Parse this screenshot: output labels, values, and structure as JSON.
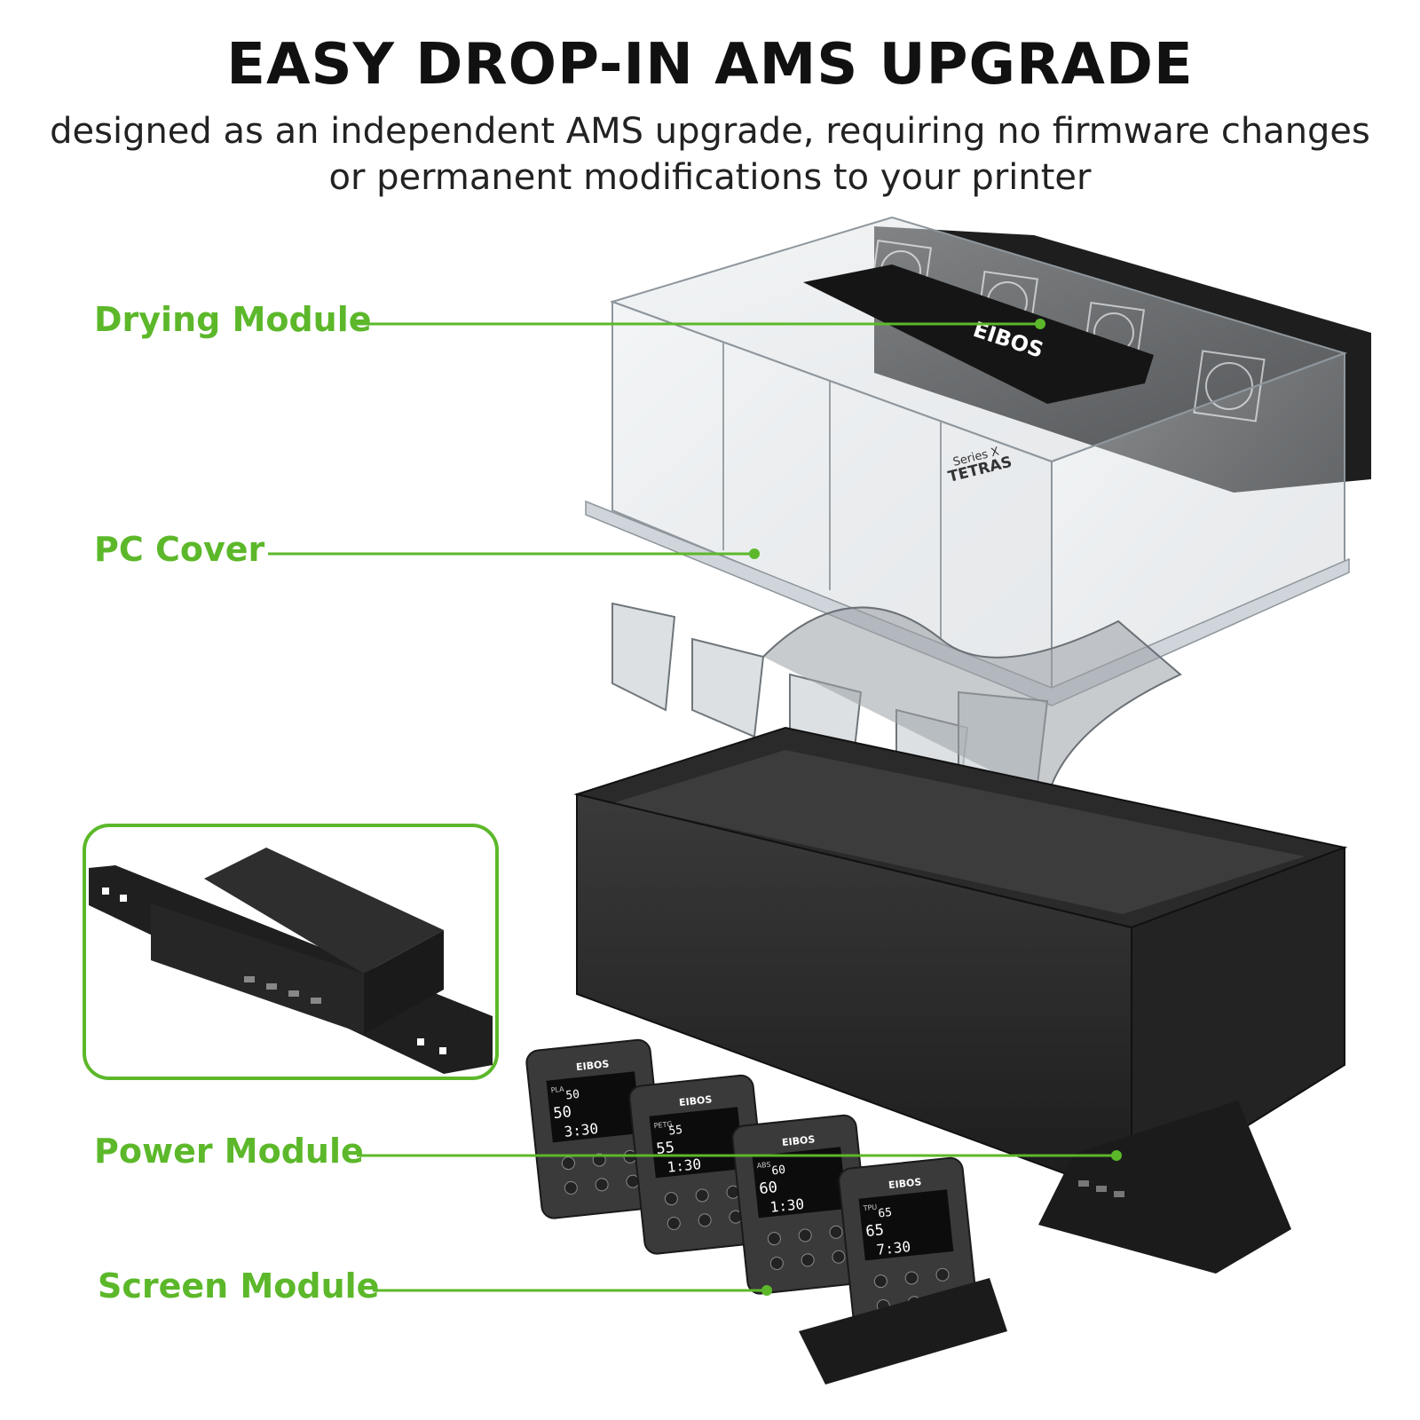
{
  "headline": "EASY DROP-IN AMS UPGRADE",
  "subhead": {
    "line1": "designed as an independent AMS upgrade, requiring no firmware changes",
    "line2": "or permanent modifications to your printer"
  },
  "callouts": {
    "drying": "Drying Module",
    "cover": "PC Cover",
    "power": "Power Module",
    "screen": "Screen Module"
  },
  "branding": {
    "lid_logo": "EIBOS",
    "series_line": "Series X",
    "series_name": "TETRAS"
  },
  "screens": [
    {
      "logo": "EIBOS",
      "mode": "PLA",
      "temp": "50",
      "hum": "50",
      "time": "3:30"
    },
    {
      "logo": "EIBOS",
      "mode": "PETG",
      "temp": "55",
      "hum": "55",
      "time": "1:30"
    },
    {
      "logo": "EIBOS",
      "mode": "ABS",
      "temp": "60",
      "hum": "60",
      "time": "1:30"
    },
    {
      "logo": "EIBOS",
      "mode": "TPU",
      "temp": "65",
      "hum": "65",
      "time": "7:30"
    }
  ],
  "colors": {
    "accent": "#5cb82a",
    "dark_body": "#2b2b2b",
    "text": "#111111"
  }
}
